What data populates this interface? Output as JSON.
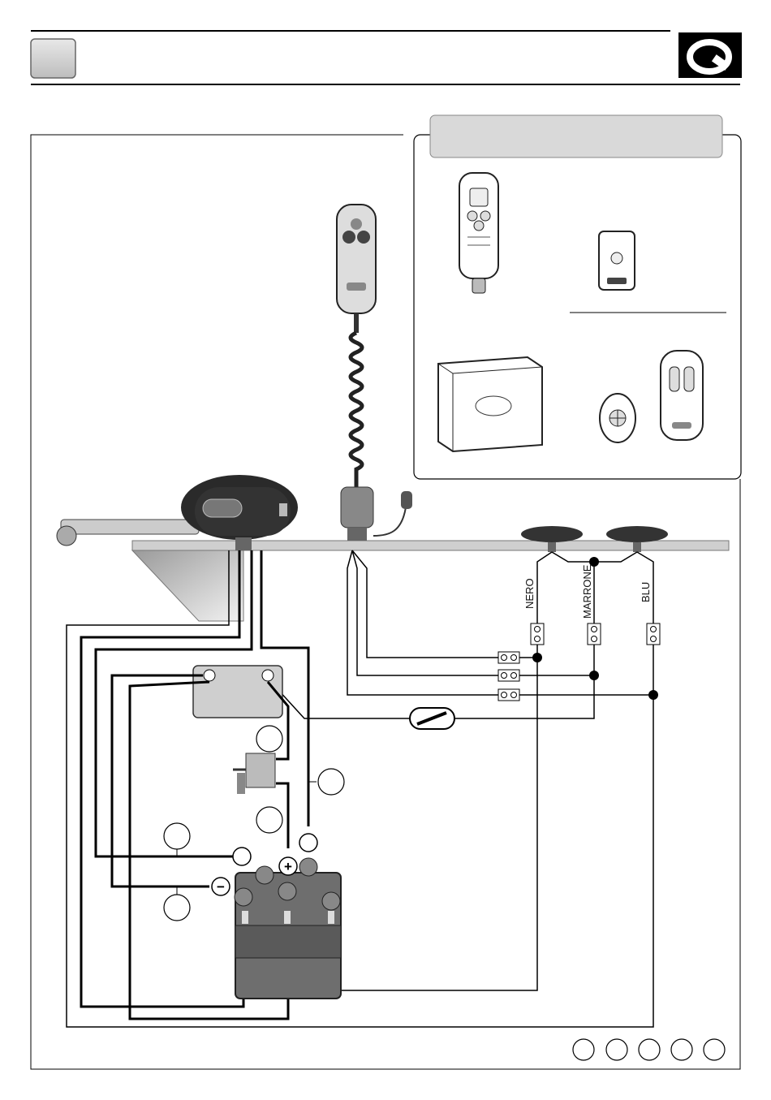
{
  "wire_labels": {
    "black": "NERO",
    "brown": "MARRONE",
    "blue": "BLU"
  },
  "terminals": {
    "positive": "+",
    "negative": "−"
  },
  "logo": "Quick",
  "colors": {
    "header_box": "#c9c9c9",
    "panel_title": "#d9d9d9",
    "control_box": "#cfcfcf",
    "battery": "#6e6e6e",
    "hull": "#bdbdbd"
  }
}
